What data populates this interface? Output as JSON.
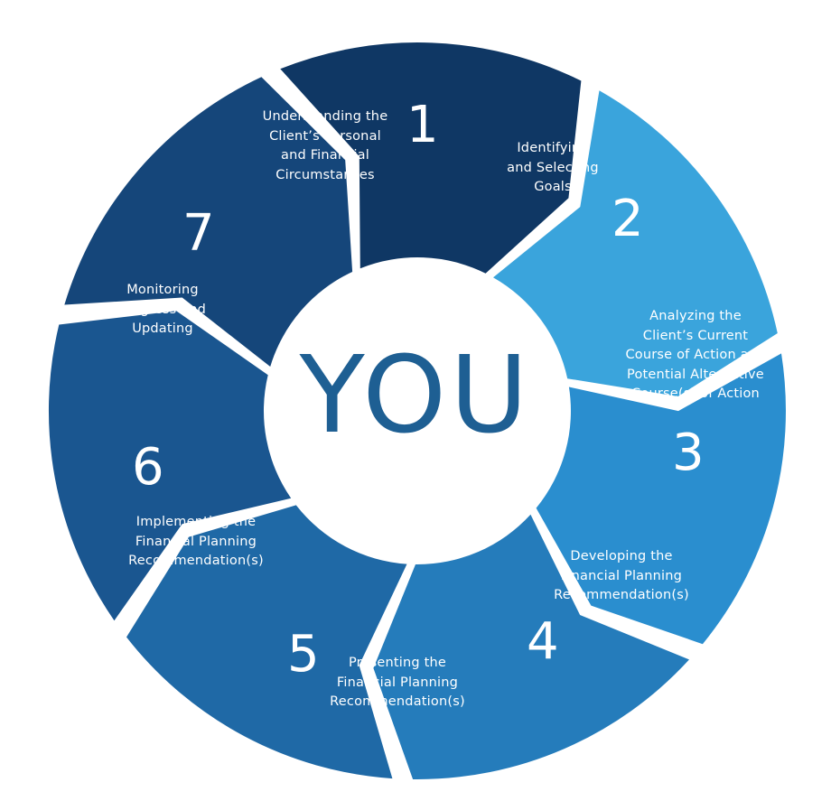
{
  "center": {
    "label": "YOU"
  },
  "steps": [
    {
      "number": "1",
      "label": "Understanding the\nClient’s Personal\nand Financial\nCircumstances",
      "color": "#3aa4dc"
    },
    {
      "number": "2",
      "label": "Identifying\nand Selecting\nGoals",
      "color": "#2a8ecf"
    },
    {
      "number": "3",
      "label": "Analyzing the\nClient’s Current\nCourse of Action and\nPotential Alternative\nCourse(s) of Action",
      "color": "#257cbb"
    },
    {
      "number": "4",
      "label": "Developing the\nFinancial Planning\nRecommendation(s)",
      "color": "#1f69a6"
    },
    {
      "number": "5",
      "label": "Presenting the\nFinancial Planning\nRecommendation(s)",
      "color": "#1a5690"
    },
    {
      "number": "6",
      "label": "Implementing the\nFinancial Planning\nRecommendation(s)",
      "color": "#15467a"
    },
    {
      "number": "7",
      "label": "Monitoring\nProgress and\nUpdating",
      "color": "#0f3764"
    }
  ]
}
